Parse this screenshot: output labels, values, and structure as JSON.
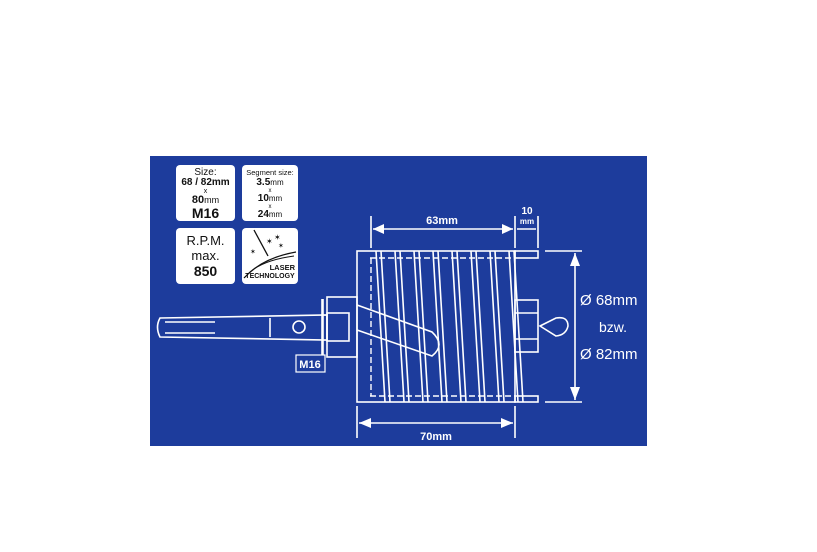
{
  "info_boxes": {
    "size": {
      "label": "Size:",
      "diameters": "68 / 82mm",
      "x1": "x",
      "length_num": "80",
      "length_unit": "mm",
      "thread": "M16"
    },
    "segment": {
      "label": "Segment size:",
      "a_num": "3.5",
      "a_unit": "mm",
      "x1": "x",
      "b_num": "10",
      "b_unit": "mm",
      "x2": "x",
      "c_num": "24",
      "c_unit": "mm"
    },
    "rpm": {
      "line1": "R.P.M.",
      "line2": "max.",
      "line3": "850"
    },
    "laser": {
      "line1": "LASER",
      "line2": "TECHNOLOGY"
    }
  },
  "dimensions": {
    "segment_length": "63mm",
    "cap_num": "10",
    "cap_unit": "mm",
    "total_length": "70mm",
    "thread": "M16",
    "diameter_1": "Ø 68mm",
    "or": "bzw.",
    "diameter_2": "Ø 82mm"
  },
  "colors": {
    "background": "#1d3c9c",
    "line": "#ffffff"
  }
}
